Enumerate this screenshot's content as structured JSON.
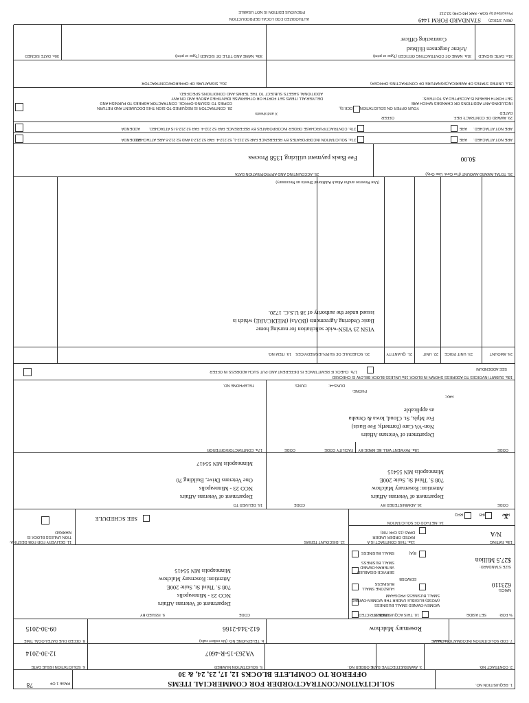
{
  "header": {
    "title": "SOLICITATION/CONTRACT/ORDER FOR COMMERCIAL ITEMS",
    "subtitle": "OFFEROR TO COMPLETE BLOCKS 12, 17, 23, 24, & 30",
    "req_label": "1. REQUISITION NO.",
    "page_label": "PAGE 1 OF",
    "page_total": "78"
  },
  "row2": {
    "contract_label": "2. CONTRACT NO.",
    "award_label": "3. AWARD/EFFECTIVE DATE",
    "order_label": "4. ORDER NO.",
    "solicitation_label": "5. SOLICITATION NUMBER",
    "solicitation_number": "VA263-15-R-4607",
    "issue_label": "6. SOLICITATION ISSUE DATE",
    "issue_date": "12-30-2014"
  },
  "row7": {
    "info_label": "7. FOR SOLICITATION INFORMATION CALL:",
    "name_label": "a. NAME",
    "name": "Rosemary Malchow",
    "phone_label": "b. TELEPHONE NO. (No collect calls)",
    "phone": "612-344-2166",
    "due_label": "8. OFFER DUE DATE/LOCAL TIME",
    "due": "09-30-2015"
  },
  "row9": {
    "issued_label": "9. ISSUED BY",
    "code_label": "CODE",
    "issued_by": [
      "Department of Veterans Affairs",
      "NCO 23 - Minneapolis",
      "708 S. Third St, Suite 200E",
      "Attention: Rosemary Malchow",
      "Minneapolis MN 55415"
    ],
    "acq_label": "10. THIS ACQUISITION IS",
    "unrestricted": "UNRESTRICTED OR",
    "set_aside": "SET ASIDE:",
    "pct_label": "% FOR:",
    "woman": [
      "WOMEN-OWNED SMALL BUSINESS",
      "(WOSB) ELIGIBLE UNDER THE WOMEN-OWNED",
      "SMALL BUSINESS PROGRAM"
    ],
    "edwosb": "EDWOSB",
    "hubzone": [
      "HUBZONE SMALL",
      "BUSINESS"
    ],
    "sdvosb": [
      "SERVICE-DISABLED",
      "VETERAN-OWNED",
      "SMALL BUSINESS"
    ],
    "eight_a": "8(A)",
    "small": "SMALL BUSINESS",
    "naics_label": "NAICS:",
    "naics": "623110",
    "size_label": "SIZE STANDARD:",
    "size": "$27.5 Million"
  },
  "row11": {
    "delivery_label": [
      "11. DELIVERY FOR FOB DESTINA-",
      "TION UNLESS BLOCK IS",
      "MARKED"
    ],
    "schedule": "SEE SCHEDULE",
    "discount_label": "12. DISCOUNT TERMS",
    "rated_label": [
      "13a. THIS CONTRACT IS A",
      "RATED ORDER UNDER",
      "DPAS (15 CFR 700)"
    ],
    "rating_label": "13b. RATING",
    "rating": "N/A",
    "method_label": "14. METHOD OF SOLICITATION",
    "rfq": "RFQ",
    "ifb": "IFB",
    "rfp": "RFP",
    "rfp_mark": "X"
  },
  "row15": {
    "deliver_label": "15. DELIVER TO",
    "code_label": "CODE",
    "deliver_to": [
      "Department of Veterans Affairs",
      "NCO 23 - Minneapolis",
      "One Veterans Drive, Building 70",
      "",
      "Minneapolis MN 55417"
    ],
    "admin_label": "16. ADMINISTERED BY",
    "admin_by": [
      "Department of Veterans Affairs",
      "Attention: Rosemary Malchow",
      "708 S. Third St, Suite 200E",
      "Minneapolis MN 55415"
    ]
  },
  "row17": {
    "contractor_label": "17a. CONTRACTOR/OFFEROR",
    "code_label": "CODE",
    "facility_label": "FACILITY CODE",
    "payment_label": "18a. PAYMENT WILL BE MADE BY",
    "payment_code": "CODE",
    "payment_by": [
      "Department of Veterans Affairs",
      "Non-VA Care (formerly, Fee Basis)",
      "For Mpls, St. Cloud, Iowa & Omaha",
      "as applicable"
    ],
    "phone_label": "PHONE:",
    "fax_label": "FAX:",
    "telephone_label": "TELEPHONE NO.",
    "duns_label": "DUNS:",
    "duns4_label": "DUNS+4:",
    "remit_label": "17b. CHECK IF REMITTANCE IS DIFFERENT AND PUT SUCH ADDRESS IN OFFER",
    "invoice_label": "18b. SUBMIT INVOICES TO ADDRESS SHOWN IN BLOCK 18a UNLESS BLOCK BELOW IS CHECKED",
    "addendum": "SEE ADDENDUM"
  },
  "items": {
    "col19": "19. ITEM NO.",
    "col20": "20. SCHEDULE OF SUPPLIES/SERVICES",
    "col21": "21. QUANTITY",
    "col22": "22. UNIT",
    "col23": "23. UNIT PRICE",
    "col24": "24. AMOUNT",
    "description": [
      "VISN 23 VISN-wide solicitation for nursing home",
      "Basic Ordering Agreements (BOAs) (MEDICARE) which is",
      "issued under the authority of 38 U.S.C. 1720."
    ],
    "reverse_note": "(Use Reverse and/or Attach Additional Sheets as Necessary)"
  },
  "row25": {
    "accounting_label": "25. ACCOUNTING AND APPROPRIATION DATA",
    "accounting": "Fee Basis payment utilizing 1358 Process",
    "total_label": "26. TOTAL AWARD AMOUNT (For Govt. Use Only)",
    "total": "$0.00"
  },
  "row27": {
    "a27": "27a. SOLICITATION INCORPORATES BY REFERENCE FAR 52.212-1, 52.212-4. FAR 52.212-3 AND 52.212-5 ARE ATTACHED.",
    "b27": "27b. CONTRACT/PURCHASE ORDER INCORPORATES BY REFERENCE FAR 52.212-4. FAR 52.212-5 IS ATTACHED.",
    "addenda": "ADDENDA",
    "are": "ARE",
    "are_not": "ARE NOT ATTACHED.",
    "sign_label": [
      "28. CONTRACTOR IS REQUIRED TO SIGN THIS DOCUMENT AND RETURN",
      "COPIES TO ISSUING OFFICE. CONTRACTOR AGREES TO FURNISH AND",
      "DELIVER ALL ITEMS SET FORTH OR OTHERWISE IDENTIFIED ABOVE AND ON ANY",
      "ADDITIONAL SHEETS SUBJECT TO THE TERMS AND CONDITIONS SPECIFIED."
    ],
    "award_label": [
      "29. AWARD OF CONTRACT: REF.",
      "OFFER",
      "DATED",
      "YOUR OFFER ON SOLICITATION (BLOCK 5),",
      "INCLUDING ANY ADDITIONS OR CHANGES WHICH ARE",
      "SET FORTH HEREIN IS ACCEPTED AS TO ITEMS:"
    ],
    "sheets": "X and sheets"
  },
  "signatures": {
    "offeror_sig": "30a. SIGNATURE OF OFFEROR/CONTRACTOR",
    "us_sig": "31a. UNITED STATES OF AMERICA (SIGNATURE OF CONTRACTING OFFICER)",
    "name_offeror": "30b. NAME AND TITLE OF SIGNER (Type or print)",
    "date_signed30": "30c. DATE SIGNED",
    "name_co_label": "31b. NAME OF CONTRACTING OFFICER (Type or print)",
    "co_name": "Arlene Jorgensen Hillstad",
    "co_title": "Contracting Officer",
    "date_signed31": "31c. DATE SIGNED"
  },
  "footer": {
    "authorized": "AUTHORIZED FOR LOCAL REPRODUCTION",
    "previous": "PREVIOUS EDITION IS NOT USABLE",
    "form": "STANDARD FORM 1449",
    "rev": "(REV. 2/2012)",
    "prescribed": "Prescribed by GSA - FAR (48 CFR) 53.212"
  }
}
